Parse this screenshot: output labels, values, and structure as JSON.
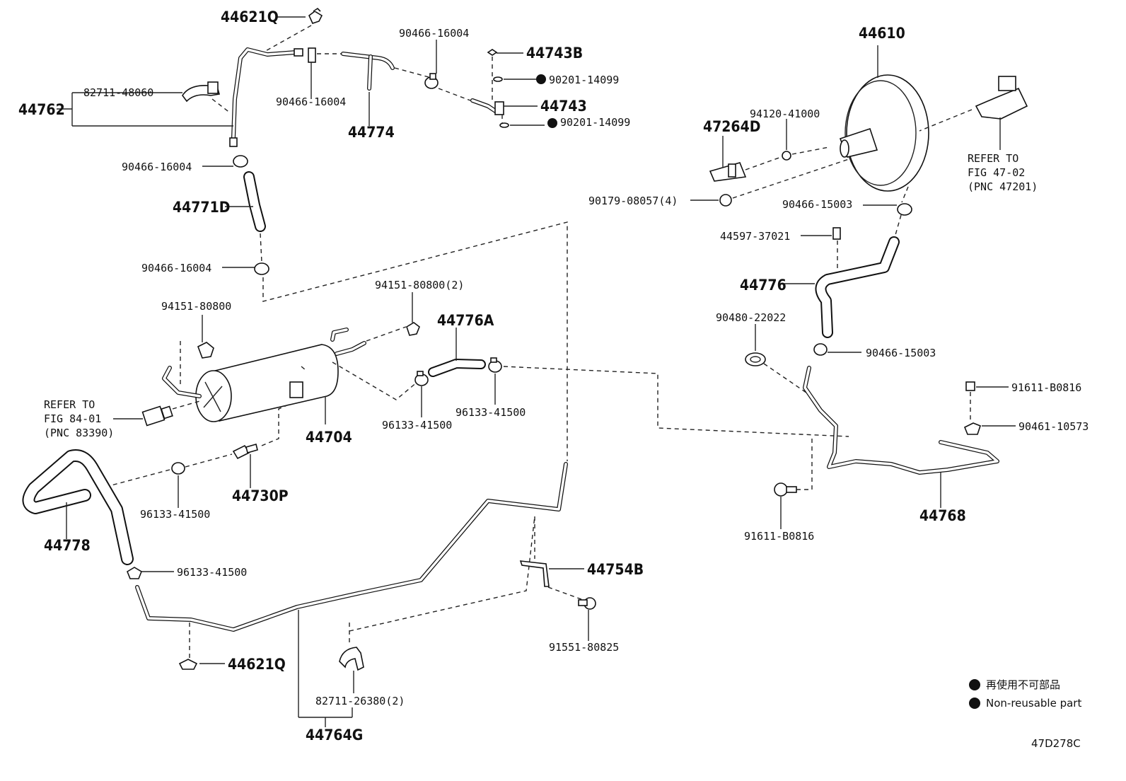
{
  "diagram_code": "47D278C",
  "legend": {
    "line_jp": "再使用不可部品",
    "line_en": "Non-reusable part"
  },
  "labels": {
    "p44621Q_top": "44621Q",
    "p90466_16004_a": "90466-16004",
    "p44743B": "44743B",
    "p90201_14099_a": "90201-14099",
    "p82711_48060": "82711-48060",
    "p44762": "44762",
    "p90466_16004_b": "90466-16004",
    "p44743": "44743",
    "p90201_14099_b": "90201-14099",
    "p44774": "44774",
    "p90466_16004_c": "90466-16004",
    "p44771D": "44771D",
    "p90466_16004_d": "90466-16004",
    "p94151_80800_2": "94151-80800(2)",
    "p94151_80800": "94151-80800",
    "p44776A": "44776A",
    "refer84_l1": "REFER TO",
    "refer84_l2": "FIG 84-01",
    "refer84_l3": "(PNC 83390)",
    "p44704": "44704",
    "p96133_41500_a": "96133-41500",
    "p96133_41500_b": "96133-41500",
    "p96133_41500_c": "96133-41500",
    "p44730P": "44730P",
    "p44778": "44778",
    "p96133_41500_d": "96133-41500",
    "p44621Q_bot": "44621Q",
    "p82711_26380_2": "82711-26380(2)",
    "p44764G": "44764G",
    "p44754B": "44754B",
    "p91551_80825": "91551-80825",
    "p44610": "44610",
    "p94120_41000": "94120-41000",
    "p47264D": "47264D",
    "refer47_l1": "REFER TO",
    "refer47_l2": "FIG 47-02",
    "refer47_l3": "(PNC 47201)",
    "p90179_08057_4": "90179-08057(4)",
    "p90466_15003_a": "90466-15003",
    "p44597_37021": "44597-37021",
    "p44776": "44776",
    "p90480_22022": "90480-22022",
    "p90466_15003_b": "90466-15003",
    "p91611_B0816_a": "91611-B0816",
    "p90461_10573": "90461-10573",
    "p91611_B0816_b": "91611-B0816",
    "p44768": "44768"
  }
}
